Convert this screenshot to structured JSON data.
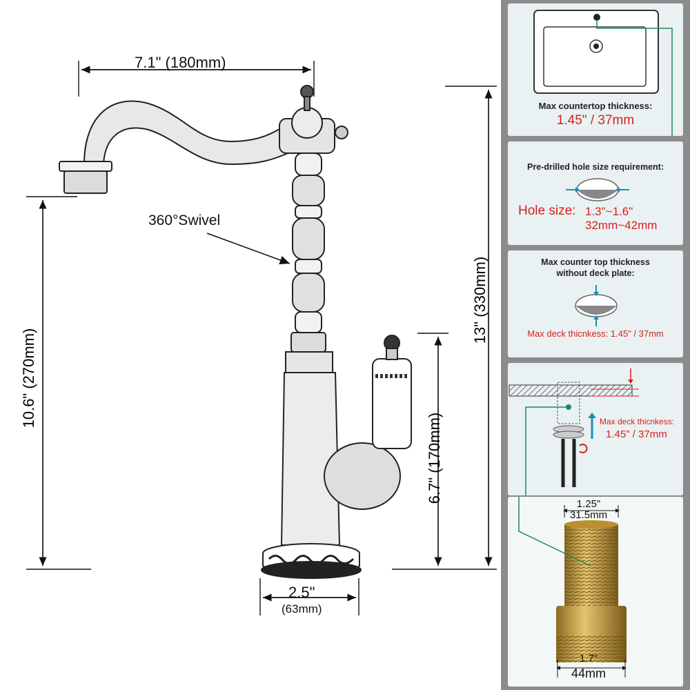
{
  "faucet_diagram": {
    "spout_reach": "7.1\" (180mm)",
    "swivel_note": "360°Swivel",
    "spout_height": "10.6\" (270mm)",
    "total_height": "13\" (330mm)",
    "handle_height": "6.7\" (170mm)",
    "base_diameter": "2.5\"",
    "base_diameter_mm": "(63mm)"
  },
  "install_panel": {
    "countertop": {
      "title": "Max countertop thickness:",
      "value": "1.45\" / 37mm"
    },
    "hole": {
      "title": "Pre-drilled hole size requirement:",
      "label": "Hole size:",
      "value_in": "1.3\"~1.6\"",
      "value_mm": "32mm~42mm"
    },
    "no_deck": {
      "title_line1": "Max counter top thickness",
      "title_line2": "without deck plate:",
      "value": "Max deck thicnkess: 1.45\" / 37mm"
    },
    "mount": {
      "label": "Max deck thicnkess:",
      "value": "1.45\" / 37mm"
    },
    "shank": {
      "top_in": "1.25\"",
      "top_mm": "31.5mm",
      "bottom_in": "1.7\"",
      "bottom_mm": "44mm"
    }
  },
  "colors": {
    "accent_red": "#d6201c",
    "leader_green": "#1b8a5a",
    "arrow_blue": "#1a8fb5",
    "brass": "#c9a24a",
    "panel_bg": "#8c8c8c"
  }
}
